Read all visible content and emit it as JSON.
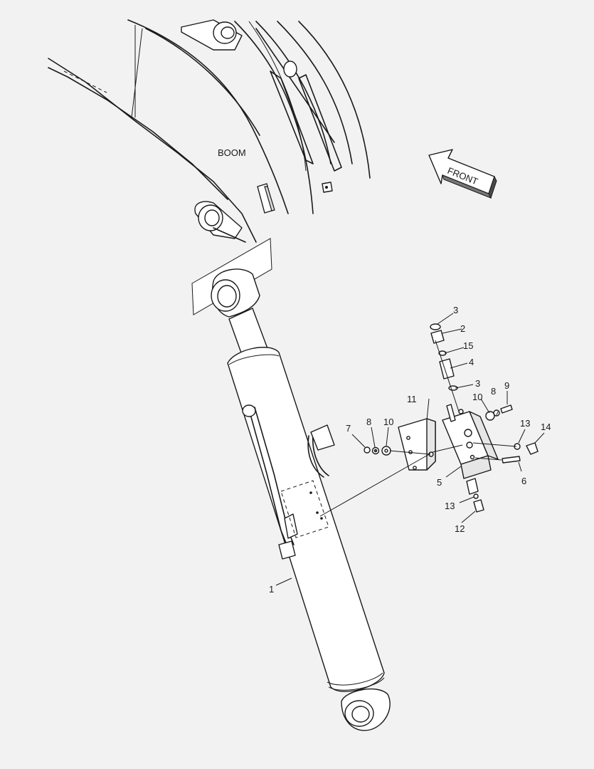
{
  "labels": {
    "boom": "BOOM",
    "front": "FRONT"
  },
  "callouts": [
    "1",
    "2",
    "3",
    "3",
    "4",
    "5",
    "6",
    "7",
    "8",
    "8",
    "9",
    "10",
    "10",
    "11",
    "12",
    "13",
    "13",
    "14",
    "15"
  ],
  "colors": {
    "background": "#f2f2f2",
    "line": "#1a1a1a",
    "part_fill": "#ffffff"
  }
}
